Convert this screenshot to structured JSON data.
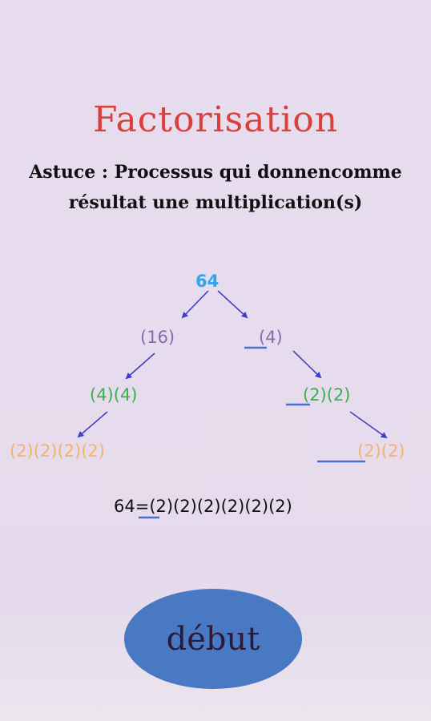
{
  "title": "Factorisation",
  "tip_line1": "Astuce : Processus qui donnencomme",
  "tip_line2": "résultat une multiplication(s)",
  "tree": {
    "root": "64",
    "level1_left": "(16)",
    "level1_right": "(4)",
    "level2_left": "(4)(4)",
    "level2_right": "(2)(2)",
    "level3_left": "(2)(2)(2)(2)",
    "level3_right": "(2)(2)"
  },
  "result": {
    "prefix": "64",
    "equals": "=",
    "factors": "(2)(2)(2)(2)(2)(2)"
  },
  "start_button": "début",
  "colors": {
    "title": "#d9403a",
    "root": "#2ea7e8",
    "level1": "#8c67ad",
    "level2": "#36b34a",
    "level3": "#f6b26b",
    "arrows": "#3f3fc8",
    "button": "#4a79c4"
  }
}
